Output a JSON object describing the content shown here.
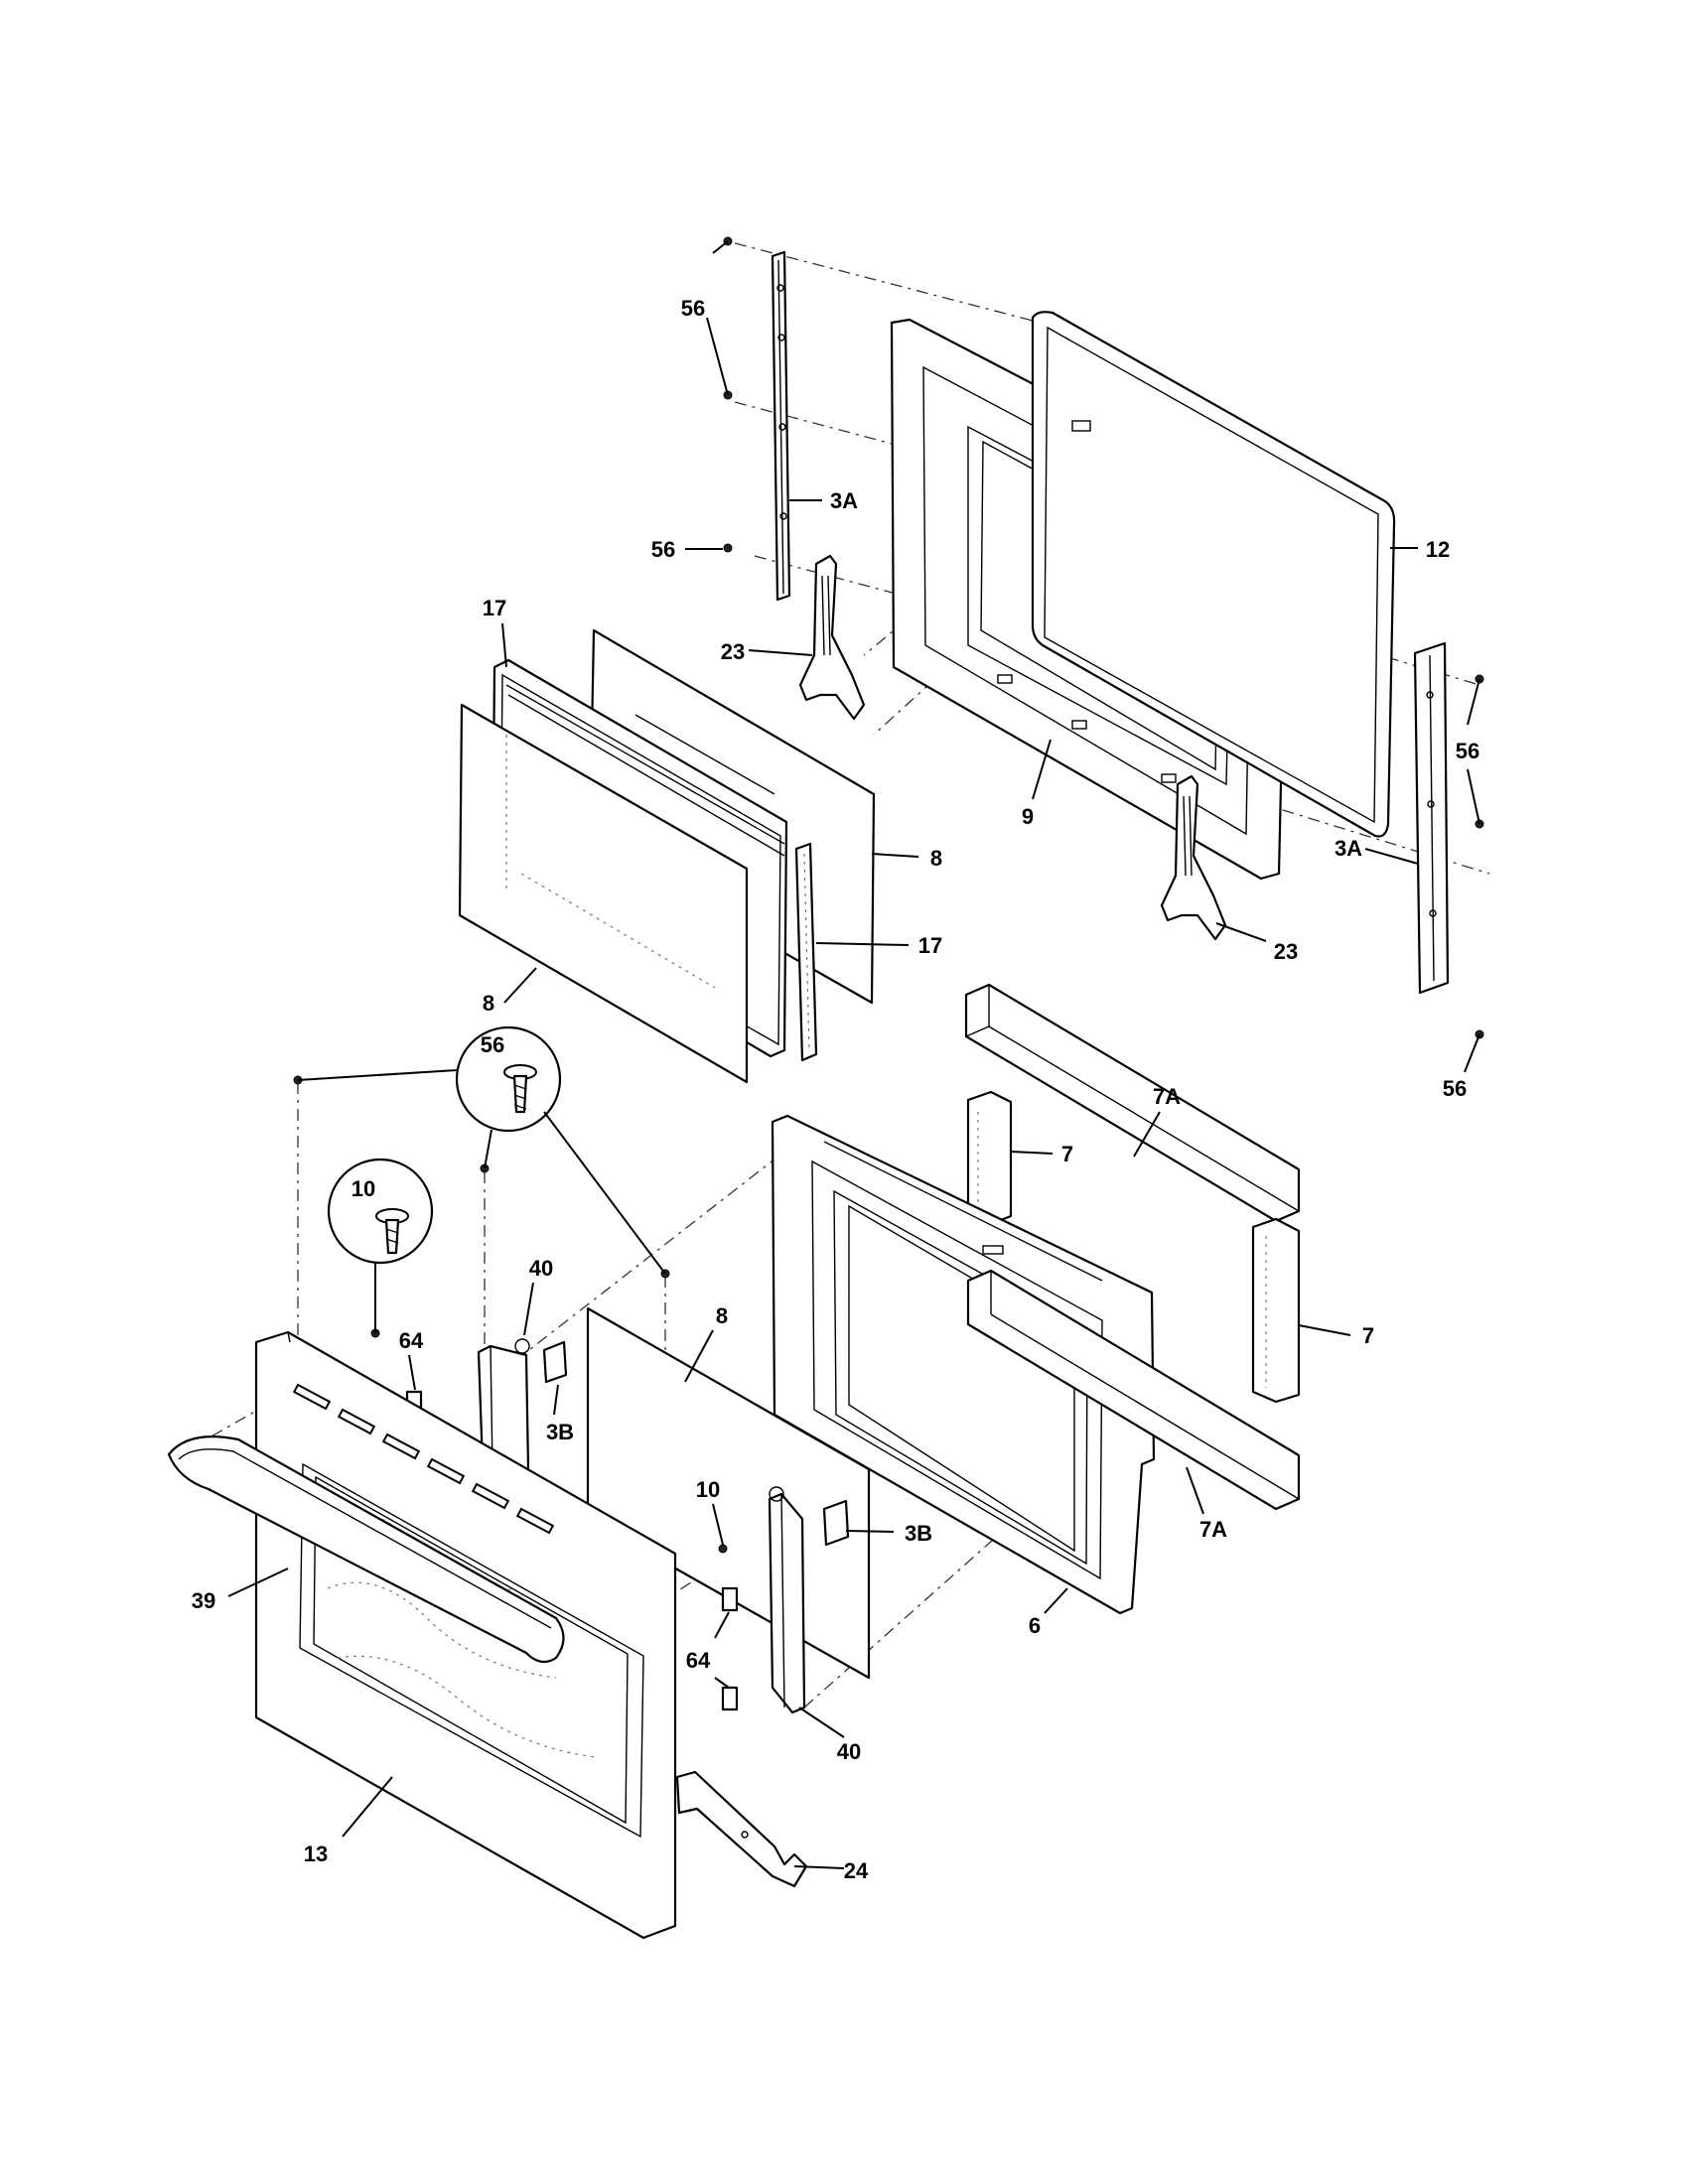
{
  "callouts": [
    {
      "id": "c-56-top",
      "text": "56"
    },
    {
      "id": "c-3a-left",
      "text": "3A"
    },
    {
      "id": "c-56-mid",
      "text": "56"
    },
    {
      "id": "c-12",
      "text": "12"
    },
    {
      "id": "c-17-top",
      "text": "17"
    },
    {
      "id": "c-23-left",
      "text": "23"
    },
    {
      "id": "c-9",
      "text": "9"
    },
    {
      "id": "c-56-right",
      "text": "56"
    },
    {
      "id": "c-3a-right",
      "text": "3A"
    },
    {
      "id": "c-8-right",
      "text": "8"
    },
    {
      "id": "c-17-right",
      "text": "17"
    },
    {
      "id": "c-23-right",
      "text": "23"
    },
    {
      "id": "c-8-left",
      "text": "8"
    },
    {
      "id": "c-56-bottom-right",
      "text": "56"
    },
    {
      "id": "c-7a-top",
      "text": "7A"
    },
    {
      "id": "c-56-circle",
      "text": "56"
    },
    {
      "id": "c-7-top",
      "text": "7"
    },
    {
      "id": "c-10-circle",
      "text": "10"
    },
    {
      "id": "c-40-top",
      "text": "40"
    },
    {
      "id": "c-8-mid",
      "text": "8"
    },
    {
      "id": "c-64-top",
      "text": "64"
    },
    {
      "id": "c-7-right",
      "text": "7"
    },
    {
      "id": "c-3b-left",
      "text": "3B"
    },
    {
      "id": "c-10-mid",
      "text": "10"
    },
    {
      "id": "c-7a-bottom",
      "text": "7A"
    },
    {
      "id": "c-3b-right",
      "text": "3B"
    },
    {
      "id": "c-39",
      "text": "39"
    },
    {
      "id": "c-6",
      "text": "6"
    },
    {
      "id": "c-64-bottom",
      "text": "64"
    },
    {
      "id": "c-40-bottom",
      "text": "40"
    },
    {
      "id": "c-13",
      "text": "13"
    },
    {
      "id": "c-24",
      "text": "24"
    }
  ]
}
